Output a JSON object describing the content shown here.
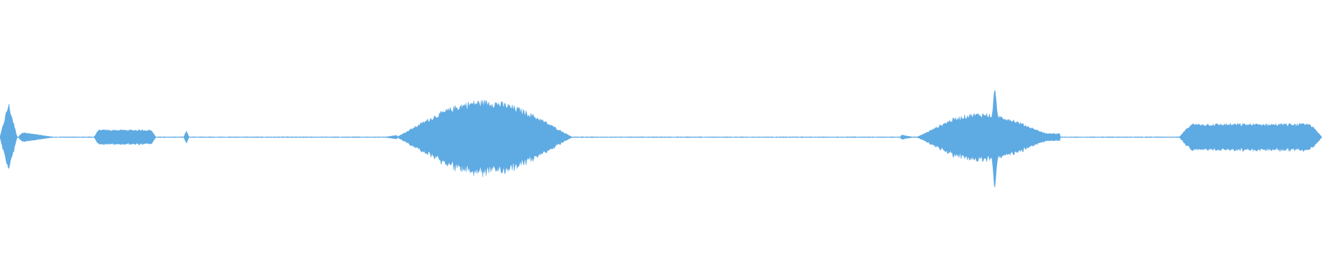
{
  "waveform": {
    "color": "#5eaae3",
    "background": "#ffffff",
    "segments": [
      {
        "name": "burst-1",
        "start": 0.0,
        "end": 0.013,
        "amp": 0.52,
        "shape": "peak"
      },
      {
        "name": "burst-2",
        "start": 0.014,
        "end": 0.041,
        "amp": 0.08,
        "shape": "decay"
      },
      {
        "name": "burst-3",
        "start": 0.071,
        "end": 0.118,
        "amp": 0.11,
        "shape": "plateau"
      },
      {
        "name": "click-1",
        "start": 0.139,
        "end": 0.143,
        "amp": 0.1,
        "shape": "peak"
      },
      {
        "name": "burst-4",
        "start": 0.291,
        "end": 0.3,
        "amp": 0.03,
        "shape": "ramp"
      },
      {
        "name": "burst-5",
        "start": 0.3,
        "end": 0.433,
        "amp": 0.55,
        "shape": "dome"
      },
      {
        "name": "burst-6",
        "start": 0.681,
        "end": 0.691,
        "amp": 0.04,
        "shape": "decay"
      },
      {
        "name": "burst-7",
        "start": 0.693,
        "end": 0.802,
        "amp": 0.55,
        "shape": "spike"
      },
      {
        "name": "burst-8",
        "start": 0.892,
        "end": 1.0,
        "amp": 0.2,
        "shape": "plateau"
      }
    ],
    "baseline_amp": 0.004,
    "spike_position": 0.7525,
    "spike_amp": 0.82
  }
}
